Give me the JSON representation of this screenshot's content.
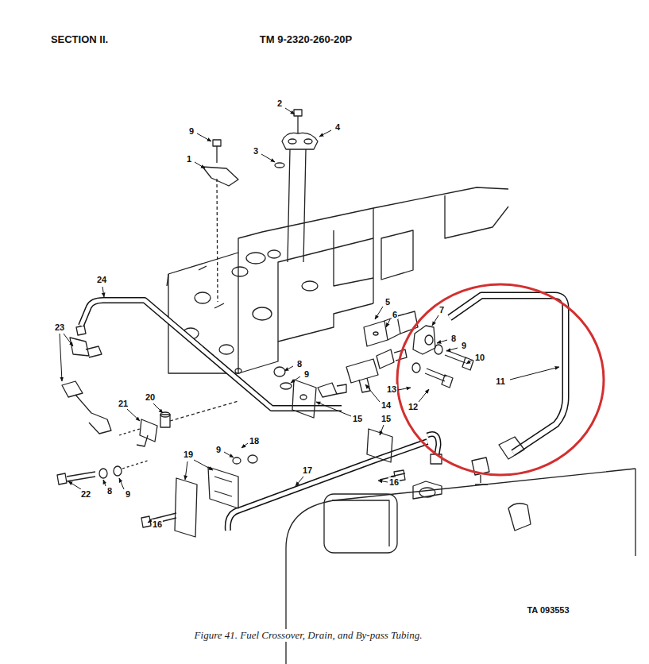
{
  "diagram": {
    "caption": "Figure 41. Fuel Crossover, Drain, and By-pass Tubing.",
    "labels": [
      "SECTION II.",
      "TM 9-2320-260-20P",
      "2",
      "4",
      "9",
      "3",
      "1",
      "24",
      "5",
      "7",
      "6",
      "23",
      "8",
      "9",
      "10",
      "8",
      "9",
      "11",
      "13",
      "14",
      "20",
      "21",
      "12",
      "15",
      "15",
      "18",
      "19",
      "9",
      "17",
      "16",
      "8",
      "9",
      "22",
      "16",
      "TA 093553"
    ]
  }
}
